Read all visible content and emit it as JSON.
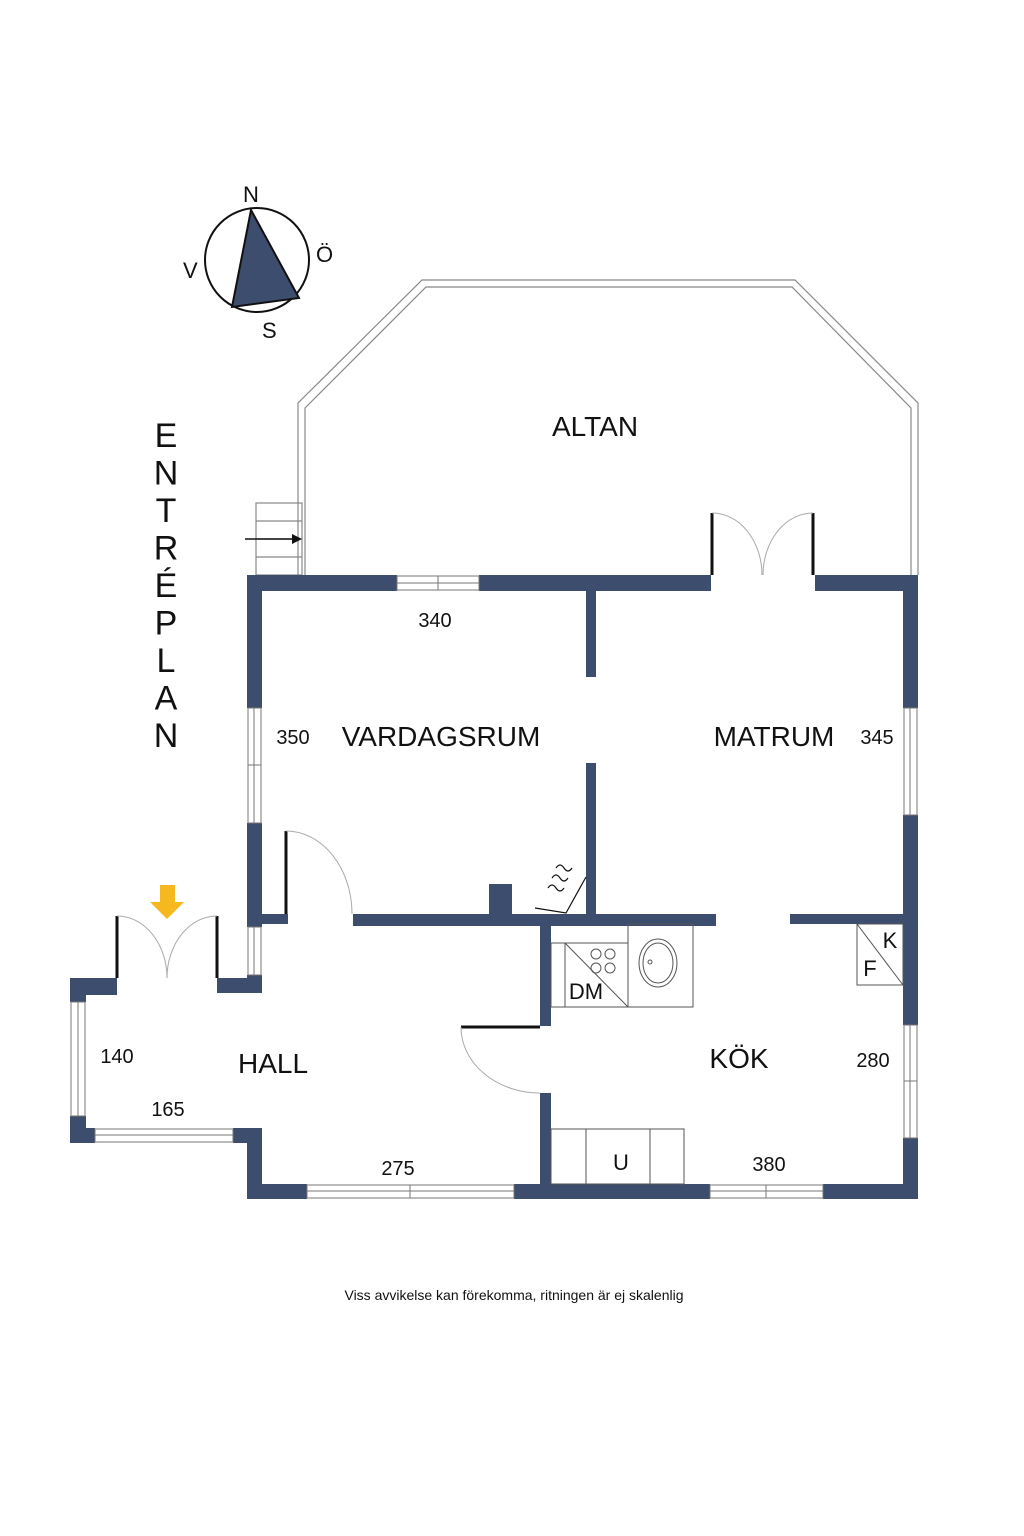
{
  "title_vertical": "ENTRÉPLAN",
  "compass": {
    "north": "N",
    "east": "Ö",
    "south": "S",
    "west": "V"
  },
  "rooms": {
    "altan": "ALTAN",
    "vardagsrum": "VARDAGSRUM",
    "matrum": "MATRUM",
    "hall": "HALL",
    "kok": "KÖK"
  },
  "dimensions": {
    "vardagsrum_width": "340",
    "vardagsrum_depth": "350",
    "matrum_depth": "345",
    "hall_entry_depth": "140",
    "hall_entry_width": "165",
    "hall_width": "275",
    "kok_depth": "280",
    "kok_width": "380"
  },
  "fixtures": {
    "dishwasher": "DM",
    "fridge": "K",
    "freezer": "F",
    "oven": "U"
  },
  "disclaimer": "Viss avvikelse kan förekomma, ritningen är ej skalenlig",
  "colors": {
    "wall": "#3d4d6e",
    "arrow": "#f5b91f",
    "outline": "#888888"
  }
}
